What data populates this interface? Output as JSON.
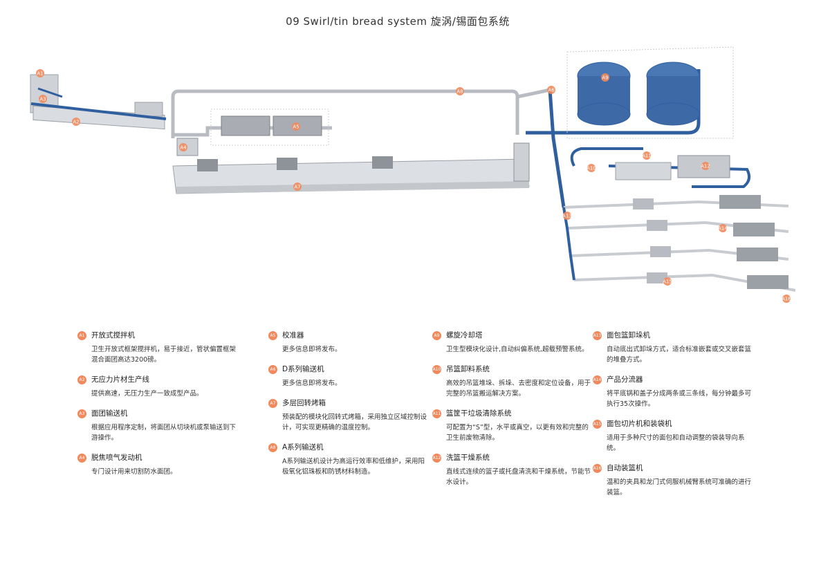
{
  "title": "09  Swirl/tin bread system  旋涡/锡面包系统",
  "diagram_markers": [
    "A1",
    "A2",
    "A3",
    "A4",
    "A5",
    "A7",
    "A8",
    "A6",
    "A9",
    "A10",
    "A11",
    "A12",
    "A13",
    "A14",
    "A15",
    "A16"
  ],
  "columns": [
    [
      {
        "code": "A1",
        "name": "开放式搅拌机",
        "desc": "卫生开放式框架搅拌机，易于接近，管状偏置框架混合面团高达3200磅。"
      },
      {
        "code": "A2",
        "name": "无应力片材生产线",
        "desc": "提供高速，无压力生产一致成型产品。"
      },
      {
        "code": "A3",
        "name": "面团输送机",
        "desc": "根据应用程序定制，将面团从切块机或泵输送到下游操作。"
      },
      {
        "code": "A4",
        "name": "脱焦喷气发动机",
        "desc": "专门设计用来切割防水面团。"
      }
    ],
    [
      {
        "code": "A5",
        "name": "校准器",
        "desc": "更多信息即将发布。"
      },
      {
        "code": "A6",
        "name": "D系列输送机",
        "desc": "更多信息即将发布。"
      },
      {
        "code": "A7",
        "name": "多层回转烤箱",
        "desc": "预装配的模块化回转式烤箱，采用独立区域控制设计，可实现更精确的温度控制。"
      },
      {
        "code": "A8",
        "name": "A系列输送机",
        "desc": "A系列输送机设计为高运行效率和低维护，采用阳极氧化铝珠板和防锈材料制造。"
      }
    ],
    [
      {
        "code": "A9",
        "name": "螺旋冷却塔",
        "desc": "卫生型模块化设计,自动纠偏系统,超载预警系统。"
      },
      {
        "code": "A10",
        "name": "吊篮卸料系统",
        "desc": "高效的吊篮堆垛、拆垛、去密度和定位设备，用于完整的吊篮搬运解决方案。"
      },
      {
        "code": "A11",
        "name": "篮筐干垃圾清除系统",
        "desc": "可配置为“S”型，水平或真空，以更有效和完整的卫生前废物清除。"
      },
      {
        "code": "A12",
        "name": "洗篮干燥系统",
        "desc": "直线式连续的篮子或托盘清洗和干燥系统，节能节水设计。"
      }
    ],
    [
      {
        "code": "A13",
        "name": "面包篮卸垛机",
        "desc": "自动底出式卸垛方式，适合标准嵌套或交叉嵌套篮的堆叠方式。"
      },
      {
        "code": "A14",
        "name": "产品分流器",
        "desc": "将平底锅和盖子分成两条或三条线，每分钟最多可执行35次操作。"
      },
      {
        "code": "A15",
        "name": "面包切片机和装袋机",
        "desc": "适用于多种尺寸的面包和自动调整的袋装导向系统。"
      },
      {
        "code": "A16",
        "name": "自动装篮机",
        "desc": "温和的夹具和龙门式伺服机械臂系统可准确的进行装篮。"
      }
    ]
  ],
  "colors": {
    "badge": "#f08a5d",
    "conveyor": "#2f5f9e",
    "frame": "#b8bcc2"
  }
}
